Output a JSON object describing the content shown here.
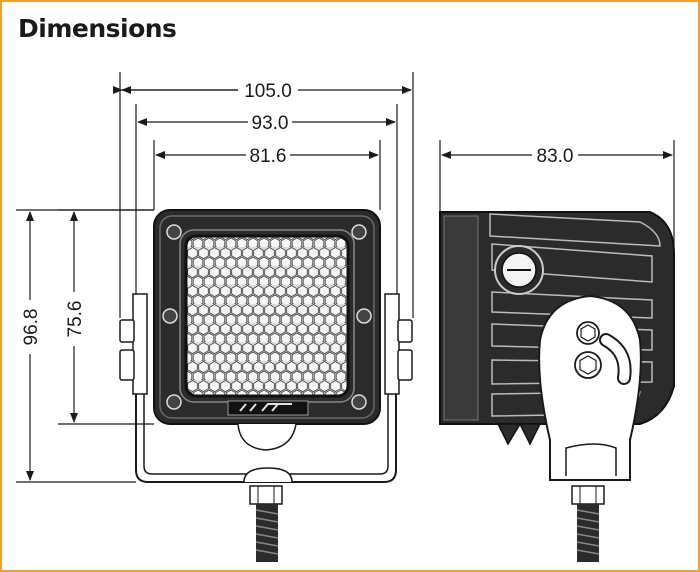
{
  "title": "Dimensions",
  "dimensions": {
    "width_overall": "105.0",
    "width_housing": "93.0",
    "width_lens": "81.6",
    "depth": "83.0",
    "height_overall": "96.8",
    "height_housing": "75.6"
  },
  "colors": {
    "border": "#f0a030",
    "line": "#1a1a1a",
    "housing": "#2b2b2b",
    "lens": "#d8d8d8"
  }
}
